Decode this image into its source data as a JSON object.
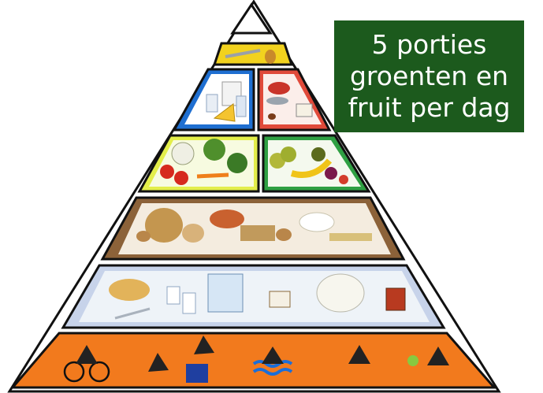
{
  "callout": {
    "lines": [
      "5 porties",
      "groenten en",
      "fruit per dag"
    ],
    "background": "#1c5a1d",
    "text_color": "#ffffff"
  },
  "pyramid": {
    "tiers": [
      {
        "name": "top-empty",
        "color": "#ffffff"
      },
      {
        "name": "fats-oils",
        "color": "#f2d21e"
      },
      {
        "name": "dairy",
        "color": "#1f6fd1"
      },
      {
        "name": "meat-fish-eggs",
        "color": "#e04a3a"
      },
      {
        "name": "vegetables",
        "color": "#e3ee4a"
      },
      {
        "name": "fruit",
        "color": "#2fa043"
      },
      {
        "name": "bread-cereals-potatoes",
        "color": "#8c6239"
      },
      {
        "name": "drinks",
        "color": "#c7d3ea"
      },
      {
        "name": "physical-activity",
        "color": "#f27a1d"
      }
    ]
  }
}
